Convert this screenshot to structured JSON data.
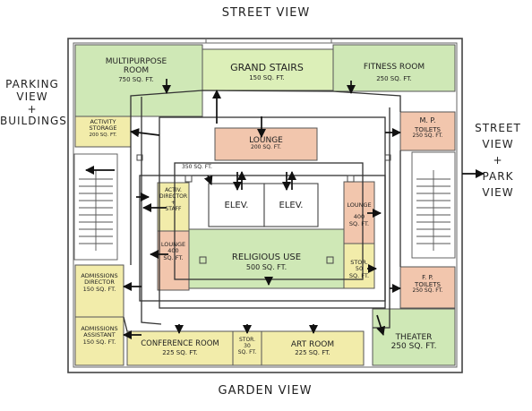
{
  "views": {
    "north": "STREET VIEW",
    "south": "GARDEN VIEW",
    "west": [
      "PARKING",
      "VIEW",
      "+",
      "BUILDINGS"
    ],
    "east": [
      "STREET",
      "VIEW",
      "+",
      "PARK",
      "VIEW"
    ]
  },
  "rooms": {
    "multipurpose": {
      "name": [
        "MULTIPURPOSE",
        "ROOM"
      ],
      "area": "750 SQ. FT."
    },
    "grand_stairs": {
      "name": "GRAND STAIRS",
      "area": "150 SQ. FT."
    },
    "fitness": {
      "name": "FITNESS ROOM",
      "area": "250 SQ. FT."
    },
    "activity_storage": {
      "name": [
        "ACTIVITY",
        "STORAGE"
      ],
      "area": "200 SQ. FT."
    },
    "mp_toilets": {
      "name": [
        "M. P.",
        "TOILETS"
      ],
      "area": "250 SQ. FT."
    },
    "lounge_top": {
      "name": "LOUNGE",
      "area": "200 SQ. FT."
    },
    "activ_director": {
      "name": [
        "ACTIV.",
        "DIRECTOR",
        "+",
        "STAFF"
      ]
    },
    "elev_1": {
      "name": "ELEV."
    },
    "elev_2": {
      "name": "ELEV."
    },
    "lounge_left": {
      "name": [
        "LOUNGE",
        "400",
        "SQ. FT."
      ]
    },
    "lounge_right": {
      "name": [
        "LOUNGE",
        "400",
        "SQ. FT."
      ]
    },
    "religious": {
      "name": "RELIGIOUS USE",
      "area": "500 SQ. FT."
    },
    "stor_right": {
      "name": [
        "STOR.",
        "50",
        "SQ. FT."
      ]
    },
    "admissions_director": {
      "name": [
        "ADMISSIONS",
        "DIRECTOR"
      ],
      "area": "150 SQ. FT."
    },
    "fp_toilets": {
      "name": [
        "F. P.",
        "TOILETS"
      ],
      "area": "250 SQ. FT."
    },
    "admissions_assistant": {
      "name": [
        "ADMISSIONS",
        "ASSISTANT"
      ],
      "area": "150 SQ. FT."
    },
    "conference": {
      "name": "CONFERENCE ROOM",
      "area": "225 SQ. FT."
    },
    "stor_bottom": {
      "name": [
        "STOR.",
        "30",
        "SQ. FT."
      ]
    },
    "art": {
      "name": "ART ROOM",
      "area": "225 SQ. FT."
    },
    "theater": {
      "name": "THEATER",
      "area": "250 SQ. FT."
    }
  },
  "annotations": {
    "corridor_area": "350 SQ. FT."
  },
  "colors": {
    "green": "#cfe8b6",
    "yellow": "#f2ecaa",
    "salmon": "#f2c6ad",
    "ink": "#222222",
    "floor_outline": "#555555"
  }
}
